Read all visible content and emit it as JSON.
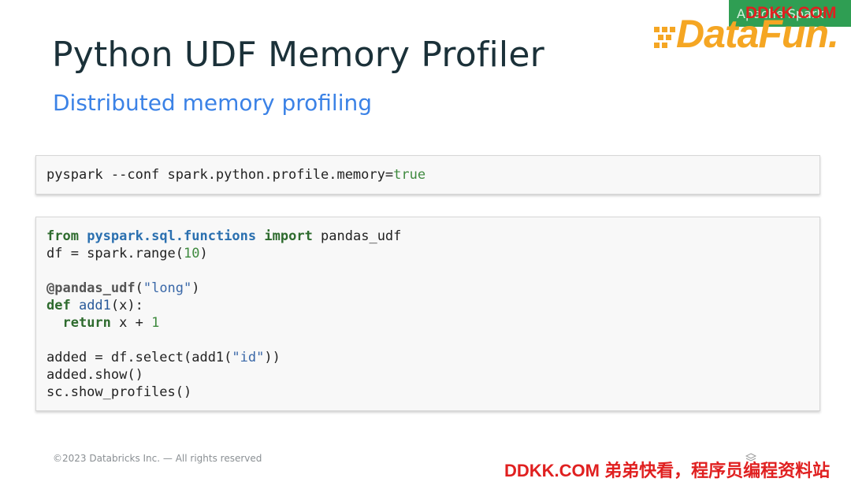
{
  "slide": {
    "title": "Python UDF Memory Profiler",
    "subtitle": "Distributed memory profiling",
    "footer": "©2023 Databricks Inc. — All rights reserved"
  },
  "command": {
    "prefix": "pyspark --conf spark.python.profile.memory=",
    "value": "true"
  },
  "code": {
    "line1_kw_from": "from",
    "line1_module": "pyspark.sql.functions",
    "line1_kw_import": "import",
    "line1_name": " pandas_udf",
    "line2_prefix": "df = spark.range(",
    "line2_num": "10",
    "line2_suffix": ")",
    "line4_deco": "@pandas_udf",
    "line4_open": "(",
    "line4_str": "\"long\"",
    "line4_close": ")",
    "line5_kw": "def",
    "line5_fn": " add1",
    "line5_rest": "(x):",
    "line6_indent": "  ",
    "line6_kw": "return",
    "line6_rest": " x + ",
    "line6_num": "1",
    "line8_prefix": "added = df.select(add1(",
    "line8_str": "\"id\"",
    "line8_suffix": "))",
    "line9": "added.show()",
    "line10": "sc.show_profiles()"
  },
  "branding": {
    "badge_text": "Apache Spark",
    "logo_text": "DataFun.",
    "watermark_top": "DDKK.COM",
    "watermark_bottom": "DDKK.COM 弟弟快看，程序员编程资料站"
  },
  "colors": {
    "title": "#1b3139",
    "subtitle": "#3b82e6",
    "logo": "#f5a623",
    "watermark": "#e02020"
  }
}
